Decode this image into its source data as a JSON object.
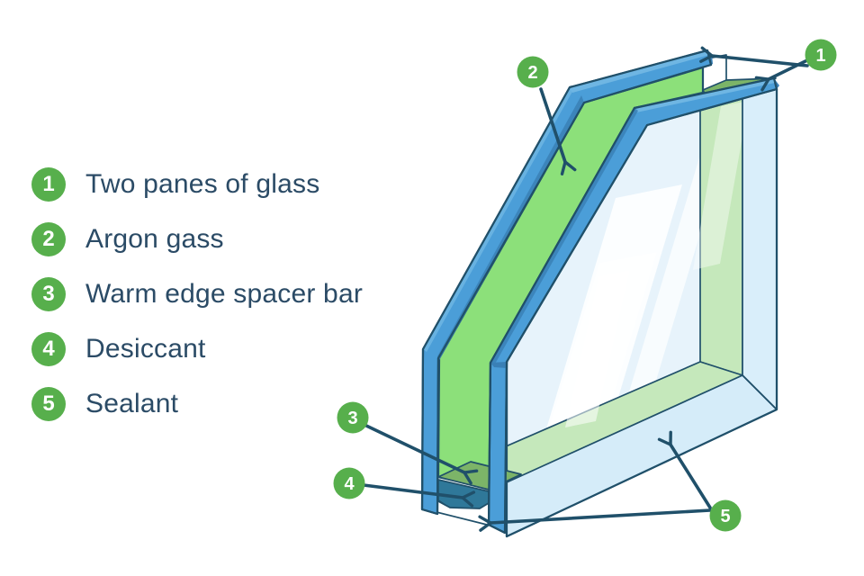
{
  "legend": {
    "items": [
      {
        "number": "1",
        "label": "Two panes of glass"
      },
      {
        "number": "2",
        "label": "Argon gass"
      },
      {
        "number": "3",
        "label": "Warm edge spacer bar"
      },
      {
        "number": "4",
        "label": "Desiccant"
      },
      {
        "number": "5",
        "label": "Sealant"
      }
    ]
  },
  "diagram": {
    "callouts": [
      {
        "number": "1"
      },
      {
        "number": "2"
      },
      {
        "number": "3"
      },
      {
        "number": "4"
      },
      {
        "number": "5"
      }
    ]
  },
  "colors": {
    "badge_green": "#57AF4C",
    "text_dark": "#2B4B66",
    "outline": "#20506A",
    "frame_blue": "#4B9ED8",
    "frame_blue_light": "#6FB6E3",
    "frame_blue_dark": "#3A80B6",
    "argon_green": "#8CE07A",
    "spacer_olive": "#7CB468",
    "desiccant_teal": "#2F7899",
    "glass": "#E7F3FB",
    "glass_deep": "#D9EEFA",
    "glass_edge": "#D5ECF9",
    "argon_through_glass": "#C5E8BB"
  }
}
